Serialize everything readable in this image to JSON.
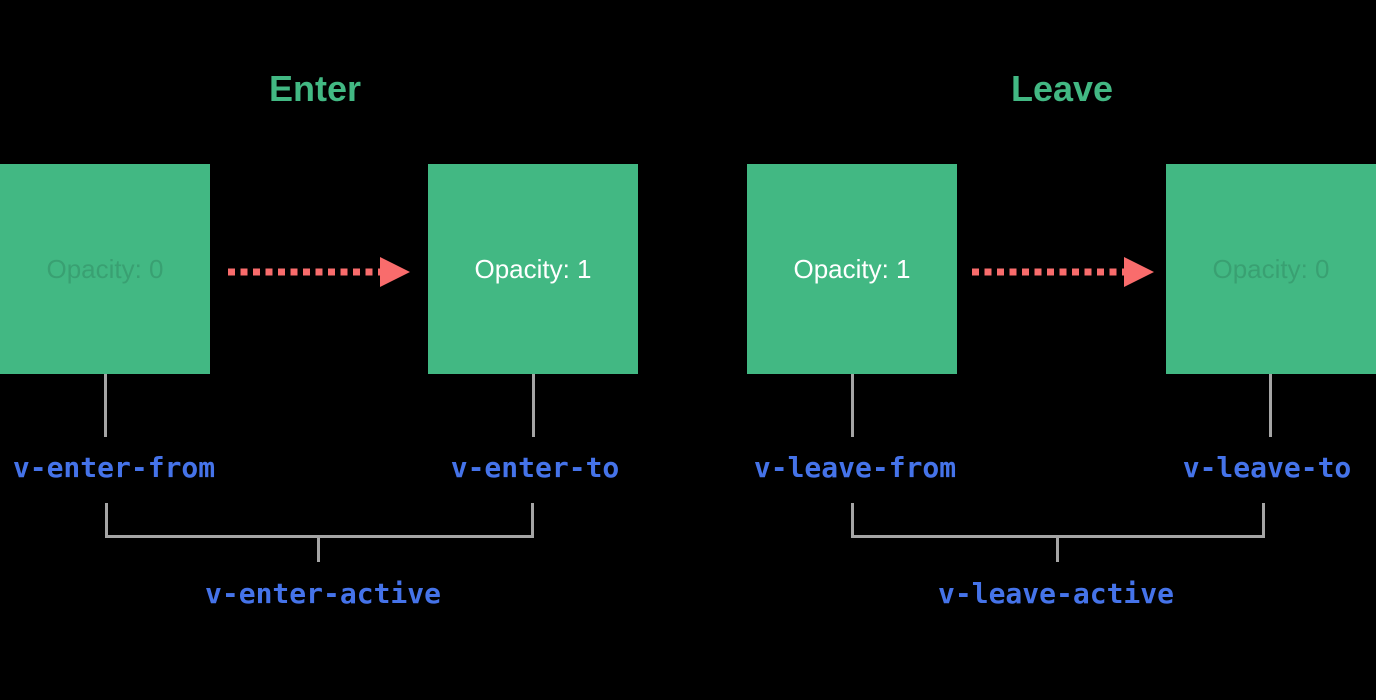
{
  "colors": {
    "background": "#000000",
    "green": "#42b883",
    "blue": "#4573e9",
    "red": "#f96c6c",
    "gray": "#a5a5a5",
    "box_text_white": "#ffffff"
  },
  "enter": {
    "title": "Enter",
    "from_box_text": "Opacity: 0",
    "to_box_text": "Opacity: 1",
    "from_label": "v-enter-from",
    "to_label": "v-enter-to",
    "active_label": "v-enter-active"
  },
  "leave": {
    "title": "Leave",
    "from_box_text": "Opacity: 1",
    "to_box_text": "Opacity: 0",
    "from_label": "v-leave-from",
    "to_label": "v-leave-to",
    "active_label": "v-leave-active"
  }
}
